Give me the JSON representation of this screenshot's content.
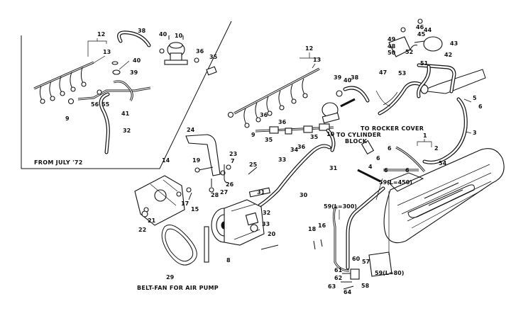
{
  "captions": {
    "from_july": "FROM JULY '72",
    "belt_fan": "BELT-FAN FOR AIR PUMP",
    "to_rocker": "TO ROCKER COVER",
    "to_cylinder": "TO CYLINDER",
    "block": "BLOCK"
  },
  "part_numbers": {
    "p1": "1",
    "p2": "2",
    "p3": "3",
    "p4": "4",
    "p5": "5",
    "p6": "6",
    "p6b": "6",
    "p6c": "6",
    "p6d": "6",
    "p6e": "6",
    "p7": "7",
    "p8": "8",
    "p9a": "9",
    "p9b": "9",
    "p10a": "10",
    "p10b": "10",
    "p12a": "12",
    "p12b": "12",
    "p13a": "13",
    "p13b": "13",
    "p14": "14",
    "p15": "15",
    "p16": "16",
    "p17": "17",
    "p18": "18",
    "p19": "19",
    "p20": "20",
    "p21": "21",
    "p22": "22",
    "p23": "23",
    "p24": "24",
    "p25": "25",
    "p26": "26",
    "p27": "27",
    "p28": "28",
    "p29": "29",
    "p30": "30",
    "p31a": "31",
    "p31b": "31",
    "p32a": "32",
    "p32b": "32",
    "p33a": "33",
    "p33b": "33",
    "p34": "34",
    "p35a": "35",
    "p35b": "35",
    "p35c": "35",
    "p36a": "36",
    "p36b": "36",
    "p36c": "36",
    "p36d": "36",
    "p38a": "38",
    "p38b": "38",
    "p39a": "39",
    "p39b": "39",
    "p40a": "40",
    "p40b": "40",
    "p40c": "40",
    "p41": "41",
    "p42": "42",
    "p43": "43",
    "p44": "44",
    "p45": "45",
    "p46": "46",
    "p47": "47",
    "p48": "48",
    "p49": "49",
    "p50": "50",
    "p51": "51",
    "p52": "52",
    "p53": "53",
    "p54": "54",
    "p55": "55",
    "p56": "56",
    "p57": "57",
    "p58": "58",
    "p59_300": "59(L=300)",
    "p59_450": "59(L=450)",
    "p59_80": "59(L=80)",
    "p60": "60",
    "p61": "61",
    "p62": "62",
    "p63": "63",
    "p64": "64"
  }
}
